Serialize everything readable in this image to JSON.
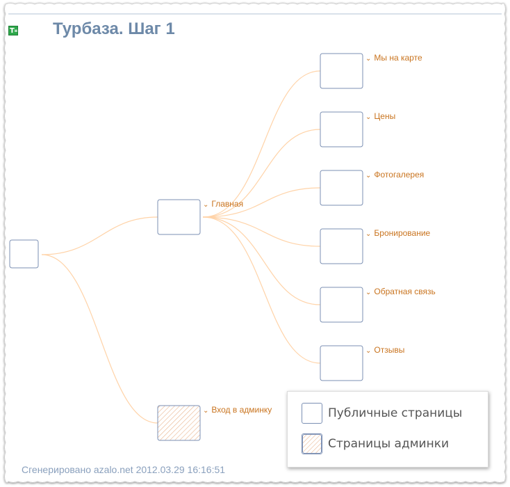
{
  "title": "Турбаза. Шаг 1",
  "footer": "Сгенерировано azalo.net 2012.03.29 16:16:51",
  "nodes": {
    "main": "Главная",
    "map": "Мы на карте",
    "prices": "Цены",
    "gallery": "Фотогалерея",
    "booking": "Бронирование",
    "feedback": "Обратная связь",
    "reviews": "Отзывы",
    "admin": "Вход в админку"
  },
  "legend": {
    "public": "Публичные страницы",
    "admin": "Страницы админки"
  },
  "colors": {
    "title": "#6d89a8",
    "link": "#c9741f",
    "connector": "#ffd3a8",
    "box_border": "#7b8fb3",
    "hatch": "#e9b48e"
  }
}
